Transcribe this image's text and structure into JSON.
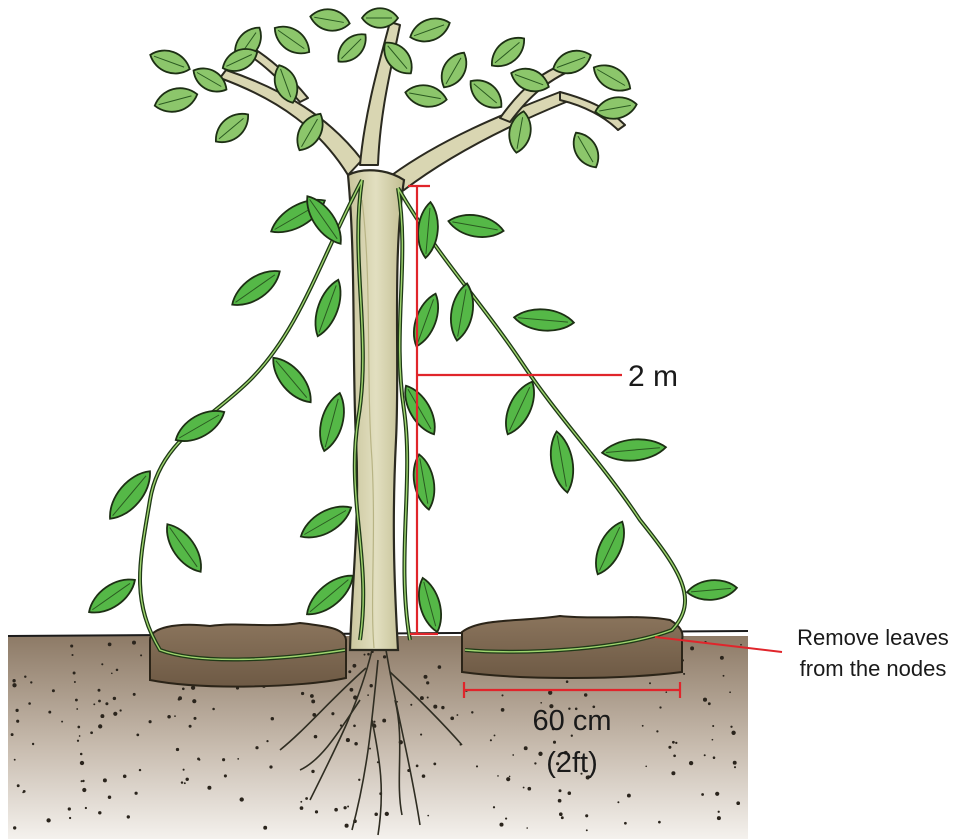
{
  "labels": {
    "height": "2 m",
    "remove_line1": "Remove leaves",
    "remove_line2": "from the nodes",
    "spacing_line1": "60 cm",
    "spacing_line2": "(2ft)"
  },
  "colors": {
    "soil_top": "#8d7a66",
    "soil_bottom": "#f4f1ed",
    "mound": "#7a6650",
    "trunk": "#d9d6b2",
    "trunk_outline": "#2b2a20",
    "leaf": "#55b847",
    "leaf_dark": "#2f8a2c",
    "tree_leaf": "#8cc66b",
    "measure_line": "#e0252b"
  }
}
